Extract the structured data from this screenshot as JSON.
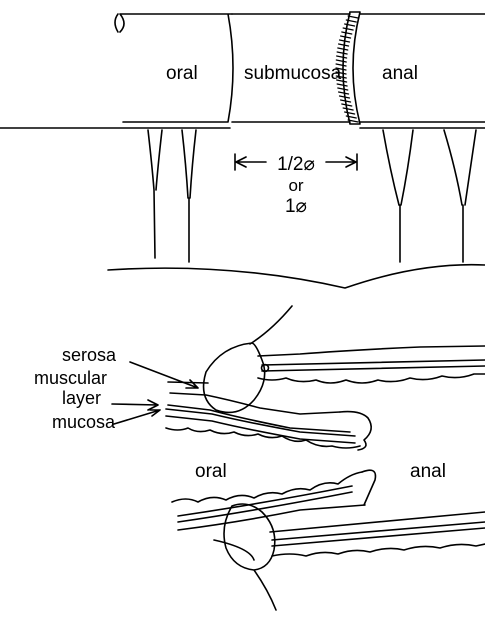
{
  "top_figure": {
    "label_oral": "oral",
    "label_submucosa": "submucosa",
    "label_anal": "anal",
    "dim_value": "1/2⌀",
    "dim_or": "or",
    "dim_alt": "1⌀"
  },
  "bottom_figure": {
    "label_serosa": "serosa",
    "label_muscular_1": "muscular",
    "label_muscular_2": "layer",
    "label_mucosa": "mucosa",
    "label_oral": "oral",
    "label_anal": "anal"
  },
  "colors": {
    "ink": "#000000",
    "paper": "#ffffff"
  }
}
